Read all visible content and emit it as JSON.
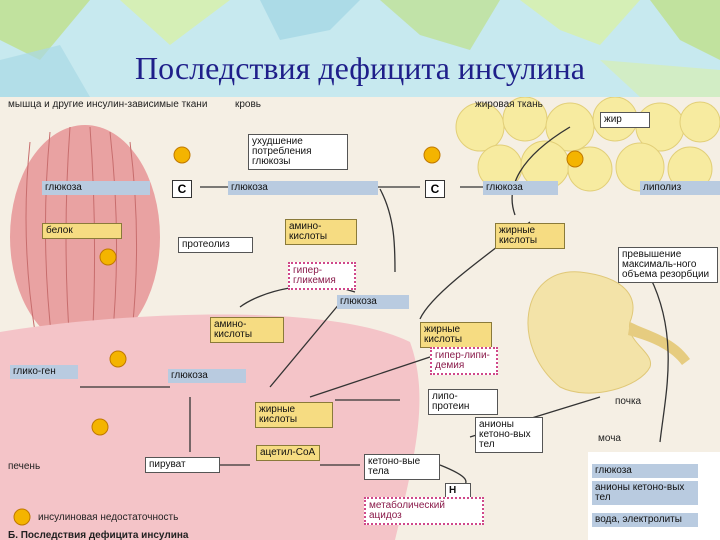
{
  "title": "Последствия дефицита инсулина",
  "diagram": {
    "regions": {
      "muscle": "мышца и другие инсулин-зависимые ткани",
      "blood": "кровь",
      "adipose": "жировая ткань",
      "liver": "печень",
      "kidney": "почка",
      "urine": "моча"
    },
    "nodes": {
      "reduced_uptake": "ухудшение потребления глюкозы",
      "glucose_muscle": "глюкоза",
      "glucose_blood": "глюкоза",
      "glucose_adipose": "глюкоза",
      "fat": "жир",
      "lipolysis": "липолиз",
      "protein": "белок",
      "proteolysis": "протеолиз",
      "amino_acids_blood": "амино-кислоты",
      "fatty_acids_blood": "жирные кислоты",
      "hyperglycemia": "гипер-гликемия",
      "glucose_center": "глюкоза",
      "reabsorption": "превышение максималь-ного объема резорбции",
      "amino_acids_liver": "амино-кислоты",
      "fatty_acids_liver_top": "жирные кислоты",
      "hyperlipidemia": "гипер-липи-демия",
      "glycogen": "глико-ген",
      "glucose_liver": "глюкоза",
      "fatty_acids_liver": "жирные кислоты",
      "lipoprotein": "липо-протеин",
      "pyruvate": "пируват",
      "acetyl_coa": "ацетил-CoA",
      "ketone_bodies": "кетоно-вые тела",
      "anions": "анионы кетоно-вых тел",
      "h_plus": "H",
      "acidosis": "метаболический ацидоз",
      "urine_glucose": "глюкоза",
      "urine_anions": "анионы кетоно-вых тел",
      "urine_water": "вода, электролиты",
      "c_label": "C"
    },
    "legend": "инсулиновая недостаточность",
    "footer_partial": "Б. Последствия дефицита инсулина"
  },
  "colors": {
    "title": "#1f1f8a",
    "header_sky": "#c7e9ef",
    "header_green": "#bfe08a",
    "box_blue": "#b9cbe0",
    "box_yellow": "#f6dc82",
    "muscle_red": "#e9a2a2",
    "liver_pink": "#f4c4c8",
    "fat_yellow": "#f7eba0",
    "acid_pink": "#d0488a"
  }
}
